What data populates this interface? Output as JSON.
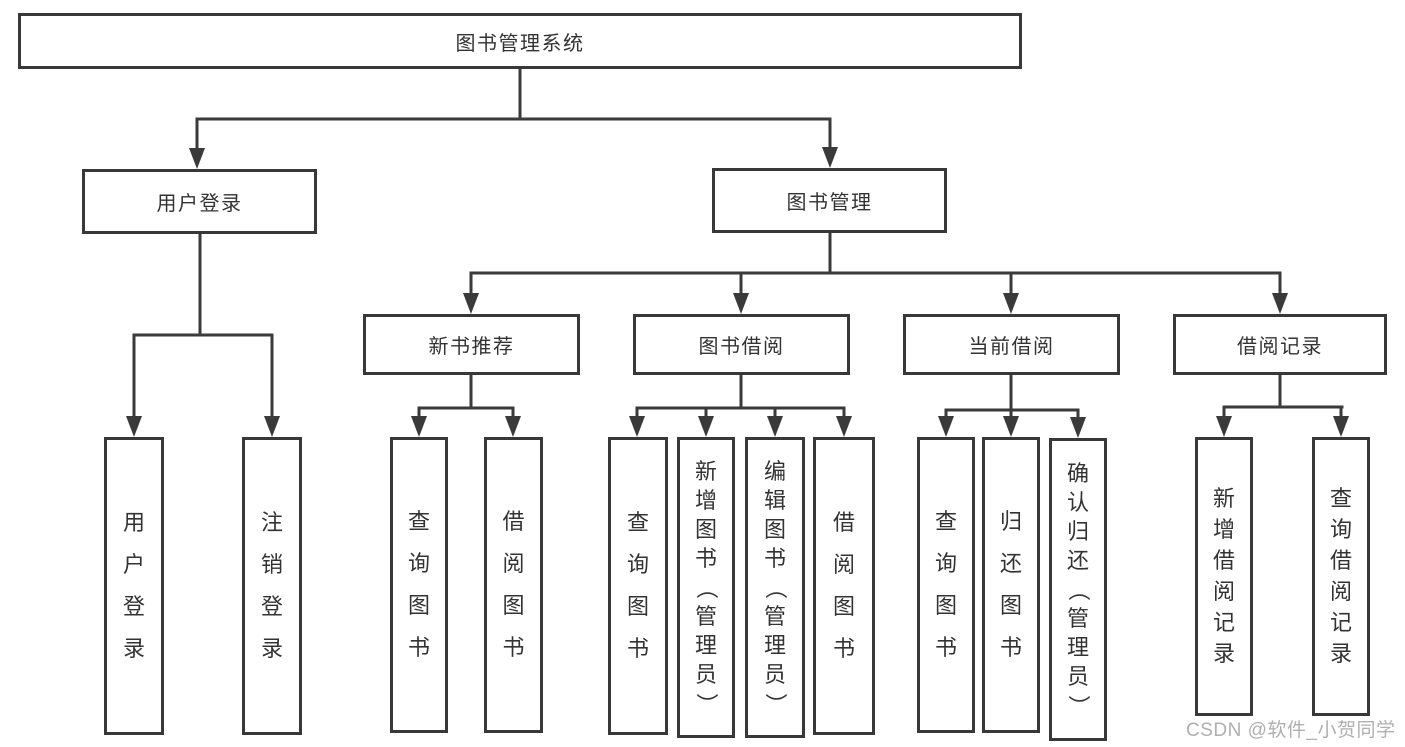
{
  "diagram": {
    "root": {
      "label": "图书管理系统"
    },
    "branches": [
      {
        "label": "用户登录"
      },
      {
        "label": "图书管理"
      }
    ],
    "modules": [
      {
        "label": "新书推荐"
      },
      {
        "label": "图书借阅"
      },
      {
        "label": "当前借阅"
      },
      {
        "label": "借阅记录"
      }
    ],
    "leaves": [
      {
        "label": "用户登录"
      },
      {
        "label": "注销登录"
      },
      {
        "label": "查询图书"
      },
      {
        "label": "借阅图书"
      },
      {
        "label": "查询图书"
      },
      {
        "label": "新增图书（管理员）"
      },
      {
        "label": "编辑图书（管理员）"
      },
      {
        "label": "借阅图书"
      },
      {
        "label": "查询图书"
      },
      {
        "label": "归还图书"
      },
      {
        "label": "确认归还（管理员）"
      },
      {
        "label": "新增借阅记录"
      },
      {
        "label": "查询借阅记录"
      }
    ],
    "watermark": "CSDN @软件_小贺同学",
    "colors": {
      "line": "#3a3a3a",
      "border": "#383838",
      "text": "#333333",
      "background": "#ffffff",
      "watermark": "#a8a8a8"
    }
  }
}
